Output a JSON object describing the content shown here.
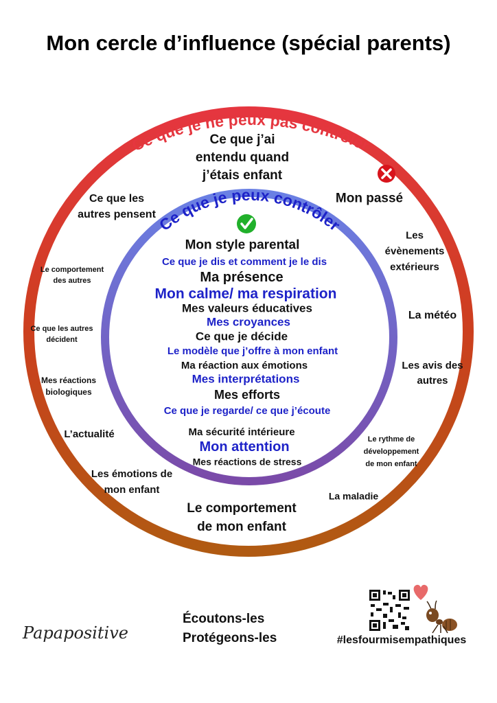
{
  "title": "Mon cercle d’influence (spécial parents)",
  "outer_circle": {
    "label": "Ce que je ne peux pas contrôler",
    "icon": "x-circle-icon",
    "items": [
      [
        "Ce que j’ai",
        "entendu quand",
        "j’étais enfant"
      ],
      [
        "Ce que les",
        "autres pensent"
      ],
      [
        "Mon passé"
      ],
      [
        "Le comportement",
        "des autres"
      ],
      [
        "Les",
        "évènements",
        "extérieurs"
      ],
      [
        "Ce que les autres",
        "décident"
      ],
      [
        "La météo"
      ],
      [
        "Mes réactions",
        "biologiques"
      ],
      [
        "Les avis des",
        "autres"
      ],
      [
        "L’actualité"
      ],
      [
        "Le rythme de",
        "développement",
        "de mon enfant"
      ],
      [
        "Les émotions de",
        "mon enfant"
      ],
      [
        "La maladie"
      ],
      [
        "Le comportement",
        "de mon enfant"
      ]
    ]
  },
  "inner_circle": {
    "label": "Ce que je peux contrôler",
    "icon": "check-circle-icon",
    "items": [
      "Mon style parental",
      "Ce que je dis et comment je le dis",
      "Ma présence",
      "Mon calme/ ma respiration",
      "Mes valeurs éducatives",
      "Mes croyances",
      "Ce que je décide",
      "Le modèle que j’offre à mon enfant",
      "Ma réaction aux émotions",
      "Mes interprétations",
      "Mes efforts",
      "Ce que je regarde/ ce que j’écoute",
      "Ma sécurité intérieure",
      "Mon attention",
      "Mes réactions de stress"
    ]
  },
  "footer": {
    "logo": "Papapositive",
    "slogan": [
      "Écoutons-les",
      "Protégeons-les"
    ],
    "hashtag": "#lesfourmisempathiques"
  },
  "colors": {
    "outer_top": "#e5363f",
    "outer_bottom": "#b05a12",
    "inner_top": "#6a80e4",
    "inner_bottom": "#7a4aa8",
    "blue_text": "#1d22c8",
    "red_text": "#e5363f"
  }
}
